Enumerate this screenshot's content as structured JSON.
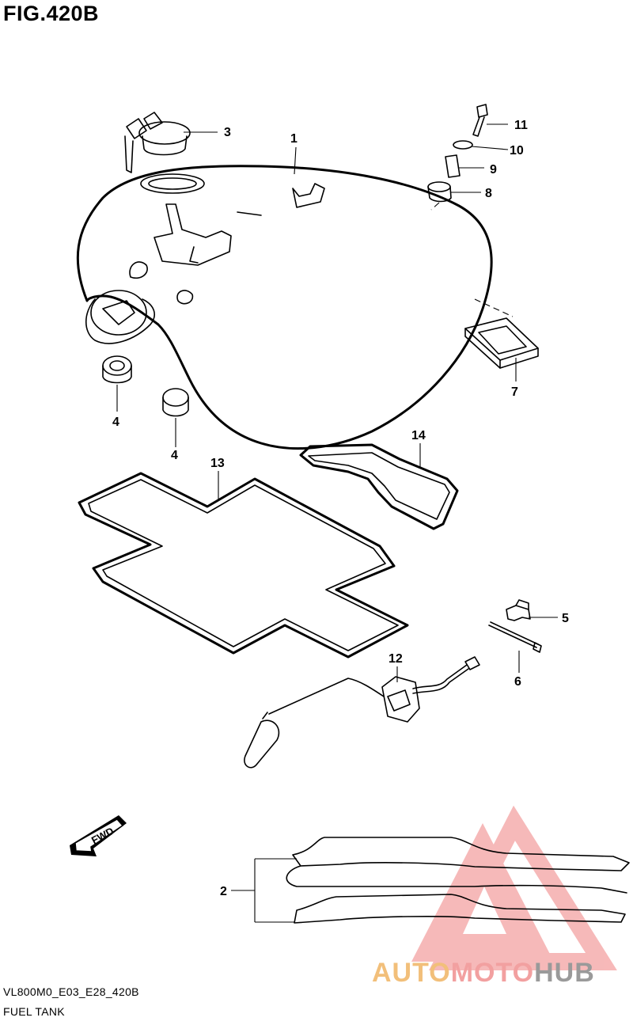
{
  "figure": {
    "title": "FIG.420B",
    "model_code": "VL800M0_E03_E28_420B",
    "name": "FUEL TANK",
    "fwd_label": "FWD"
  },
  "callouts": {
    "c1": "1",
    "c2": "2",
    "c3": "3",
    "c4a": "4",
    "c4b": "4",
    "c5": "5",
    "c6": "6",
    "c7": "7",
    "c8": "8",
    "c9": "9",
    "c10": "10",
    "c11": "11",
    "c12": "12",
    "c13": "13",
    "c14": "14"
  },
  "watermark": {
    "part_a": "AUTO",
    "part_b": "MOTO",
    "part_c": "HUB",
    "colors": {
      "auto": "#f2bf7a",
      "moto": "#f2a0a0",
      "hub": "#9a9a9a",
      "logo": "#f08080"
    }
  }
}
